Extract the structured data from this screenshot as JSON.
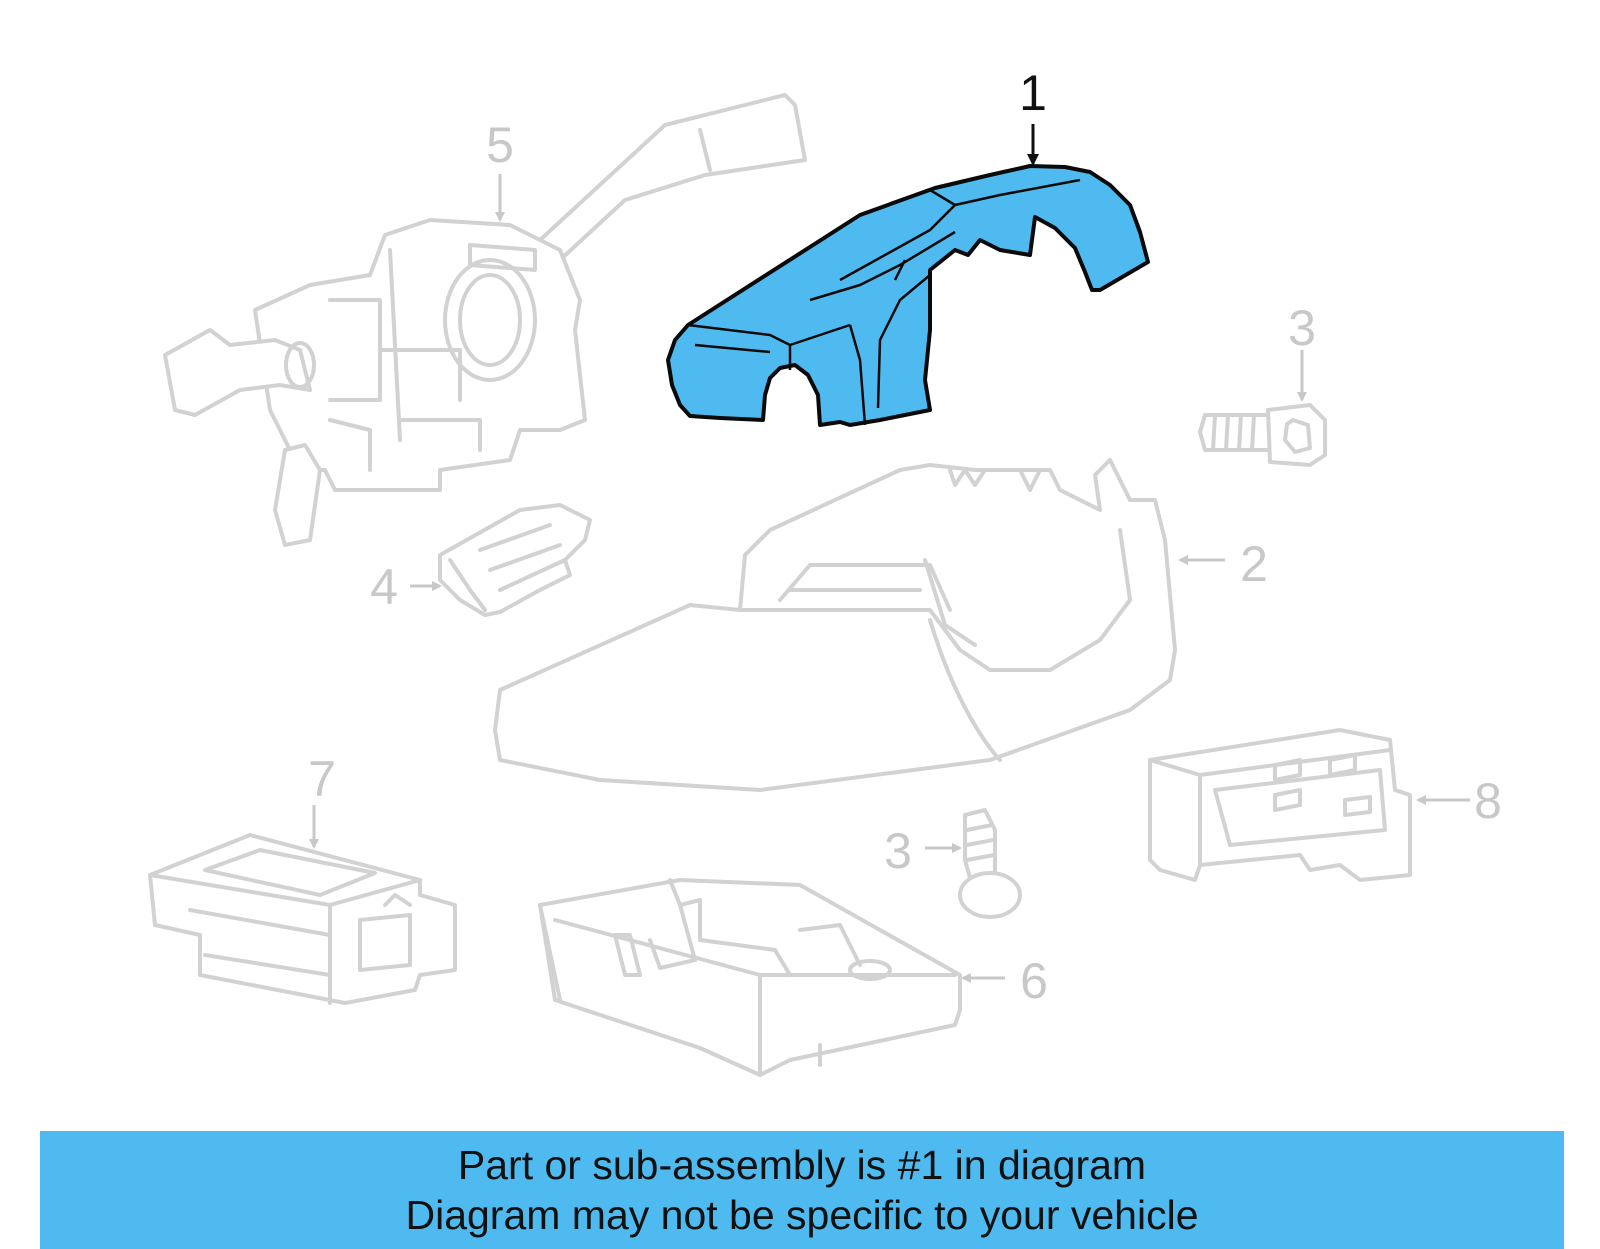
{
  "callouts": {
    "part_1": "1",
    "part_2": "2",
    "part_3_upper": "3",
    "part_3_lower": "3",
    "part_4": "4",
    "part_5": "5",
    "part_6": "6",
    "part_7": "7",
    "part_8": "8"
  },
  "footer": {
    "line1": "Part or sub-assembly is #1 in diagram",
    "line2": "Diagram may not be specific to your vehicle"
  },
  "colors": {
    "highlight": "#4fbaf0",
    "banner": "#4fbaf0",
    "ghost_parts": "#d2d2d2"
  }
}
